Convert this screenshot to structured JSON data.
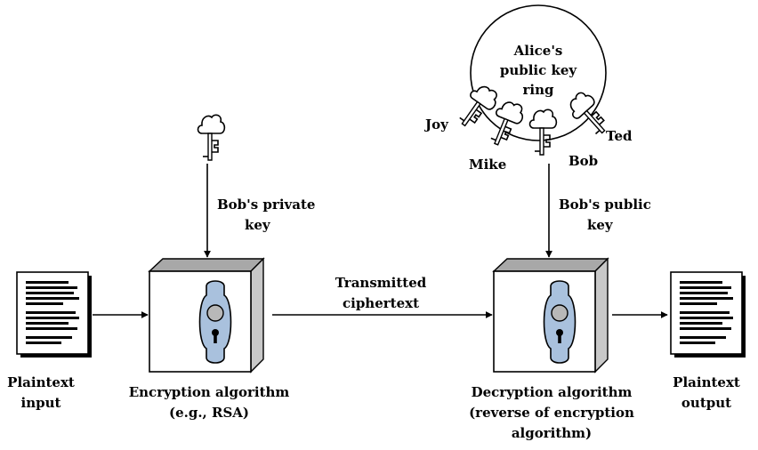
{
  "labels": {
    "plaintext_input": [
      "Plaintext",
      "input"
    ],
    "encryption_algorithm": [
      "Encryption algorithm",
      "(e.g., RSA)"
    ],
    "transmitted_ciphertext": [
      "Transmitted",
      "ciphertext"
    ],
    "decryption_algorithm": [
      "Decryption algorithm",
      "(reverse of encryption",
      "algorithm)"
    ],
    "plaintext_output": [
      "Plaintext",
      "output"
    ],
    "bobs_private_key": [
      "Bob's private",
      "key"
    ],
    "bobs_public_key": [
      "Bob's public",
      "key"
    ],
    "key_ring": [
      "Alice's",
      "public key",
      "ring"
    ]
  },
  "key_owners": {
    "joy": "Joy",
    "mike": "Mike",
    "bob": "Bob",
    "ted": "Ted"
  },
  "colors": {
    "box_face": "#ffffff",
    "box_top": "#a8a8a8",
    "box_side": "#c8c8c8",
    "lock_plate": "#a9c1dd",
    "lock_knob": "#b8b8b8",
    "line": "#000000"
  },
  "icons": {
    "document": "document-icon",
    "lock": "lock-icon",
    "key": "key-icon"
  }
}
